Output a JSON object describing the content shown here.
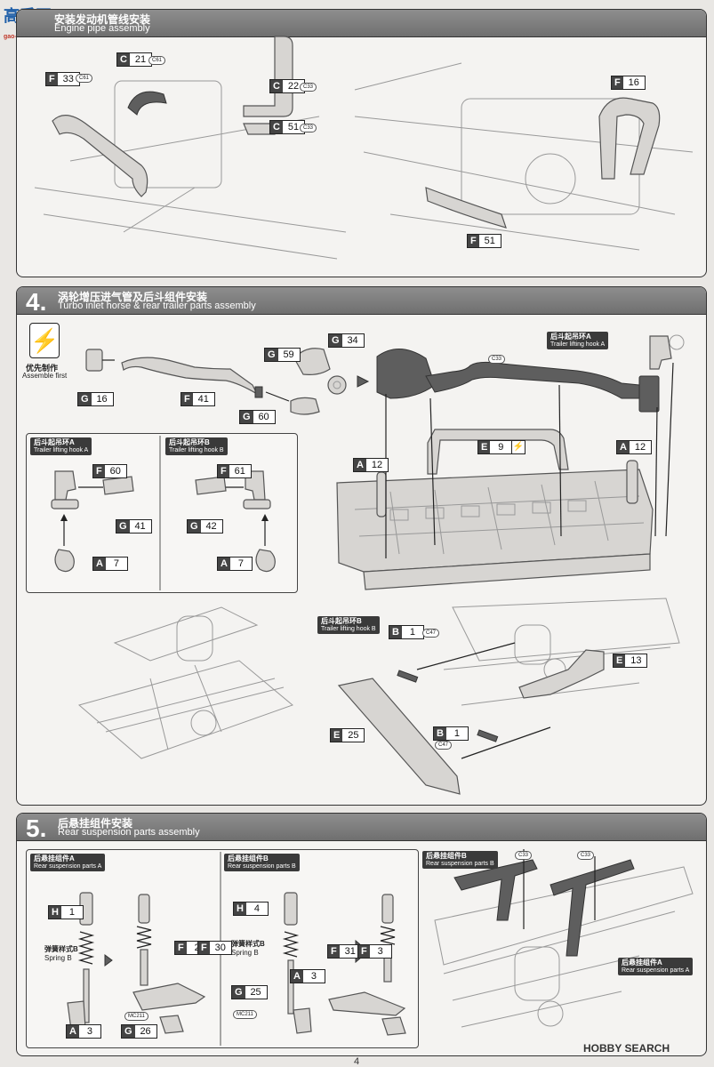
{
  "header_logo": {
    "text": "高手网",
    "sub": "gao-shou.com"
  },
  "section3": {
    "title_cn": "安装发动机管线安装",
    "title_en": "Engine pipe assembly",
    "tags": [
      {
        "letter": "F",
        "num": "33",
        "code": "C61"
      },
      {
        "letter": "C",
        "num": "21",
        "code": "C61"
      },
      {
        "letter": "C",
        "num": "22",
        "code": "C33"
      },
      {
        "letter": "C",
        "num": "51",
        "code": "C33"
      },
      {
        "letter": "F",
        "num": "16",
        "code": ""
      },
      {
        "letter": "F",
        "num": "51",
        "code": ""
      }
    ]
  },
  "section4": {
    "num": "4.",
    "title_cn": "涡轮增压进气管及后斗组件安装",
    "title_en": "Turbo inlet horse & rear trailer parts assembly",
    "assemble_first_cn": "优先制作",
    "assemble_first_en": "Assemble first",
    "tags": {
      "g16": {
        "letter": "G",
        "num": "16"
      },
      "f41": {
        "letter": "F",
        "num": "41"
      },
      "g59": {
        "letter": "G",
        "num": "59"
      },
      "g34": {
        "letter": "G",
        "num": "34"
      },
      "g60": {
        "letter": "G",
        "num": "60"
      },
      "e9": {
        "letter": "E",
        "num": "9"
      },
      "a12a": {
        "letter": "A",
        "num": "12"
      },
      "a12b": {
        "letter": "A",
        "num": "12"
      },
      "b1a": {
        "letter": "B",
        "num": "1"
      },
      "b1b": {
        "letter": "B",
        "num": "1"
      },
      "e13": {
        "letter": "E",
        "num": "13"
      },
      "e25": {
        "letter": "E",
        "num": "25"
      }
    },
    "c33": "C33",
    "c47a": "C47",
    "c47b": "C47",
    "hook_a_cn": "后斗起吊环A",
    "hook_a_en": "Trailer lifting hook A",
    "hook_b_cn": "后斗起吊环B",
    "hook_b_en": "Trailer lifting hook B",
    "sub_a": {
      "title_cn": "后斗起吊环A",
      "title_en": "Trailer lifting hook A",
      "tags": [
        {
          "letter": "F",
          "num": "60"
        },
        {
          "letter": "G",
          "num": "41"
        },
        {
          "letter": "A",
          "num": "7"
        }
      ]
    },
    "sub_b": {
      "title_cn": "后斗起吊环B",
      "title_en": "Trailer lifting hook B",
      "tags": [
        {
          "letter": "F",
          "num": "61"
        },
        {
          "letter": "G",
          "num": "42"
        },
        {
          "letter": "A",
          "num": "7"
        }
      ]
    }
  },
  "section5": {
    "num": "5.",
    "title_cn": "后悬挂组件安装",
    "title_en": "Rear suspension parts assembly",
    "sub_a": {
      "title_cn": "后悬挂组件A",
      "title_en": "Rear suspension parts A"
    },
    "sub_b": {
      "title_cn": "后悬挂组件B",
      "title_en": "Rear suspension parts B"
    },
    "spring_b_cn": "弹簧样式B",
    "spring_b_en": "Spring B",
    "tags": {
      "h1": {
        "letter": "H",
        "num": "1"
      },
      "f2": {
        "letter": "F",
        "num": "2"
      },
      "f30": {
        "letter": "F",
        "num": "30"
      },
      "a3a": {
        "letter": "A",
        "num": "3"
      },
      "g26": {
        "letter": "G",
        "num": "26"
      },
      "h4": {
        "letter": "H",
        "num": "4"
      },
      "g25": {
        "letter": "G",
        "num": "25"
      },
      "a3b": {
        "letter": "A",
        "num": "3"
      },
      "f31": {
        "letter": "F",
        "num": "31"
      },
      "f3": {
        "letter": "F",
        "num": "3"
      }
    },
    "mc211a": "MC211",
    "mc211b": "MC211",
    "c33a": "C33",
    "c33b": "C33",
    "right_b_cn": "后悬挂组件B",
    "right_b_en": "Rear suspension parts B",
    "right_a_cn": "后悬挂组件A",
    "right_a_en": "Rear suspension parts A"
  },
  "footer": {
    "watermark": "HOBBY SEARCH",
    "page": "4"
  }
}
